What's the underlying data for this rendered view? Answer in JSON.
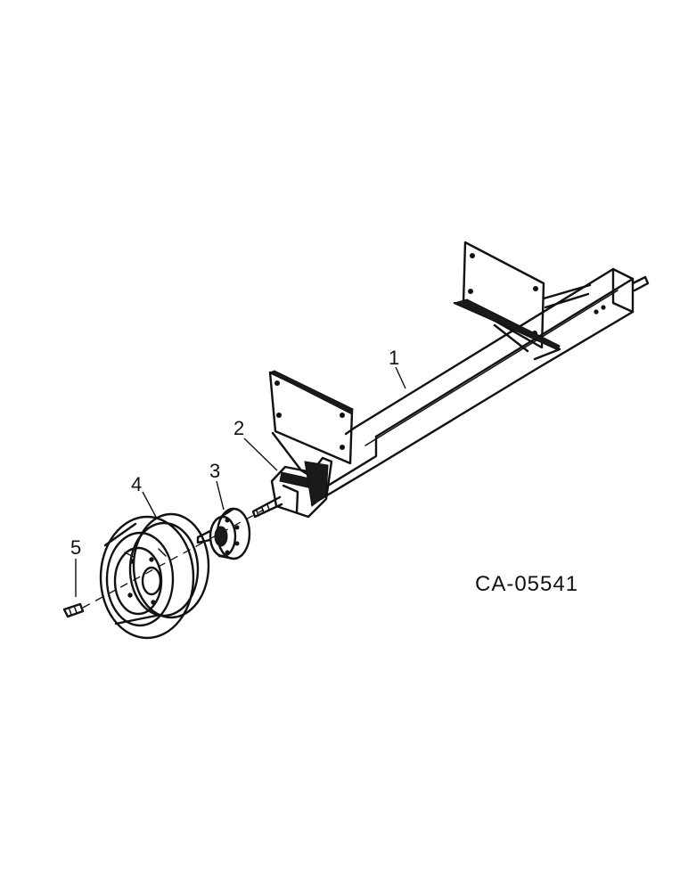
{
  "callouts": {
    "part_1": "1",
    "part_2": "2",
    "part_3": "3",
    "part_4": "4",
    "part_5": "5"
  },
  "drawing_id": "CA-05541",
  "colors": {
    "ink": "#111111",
    "background": "#ffffff"
  }
}
